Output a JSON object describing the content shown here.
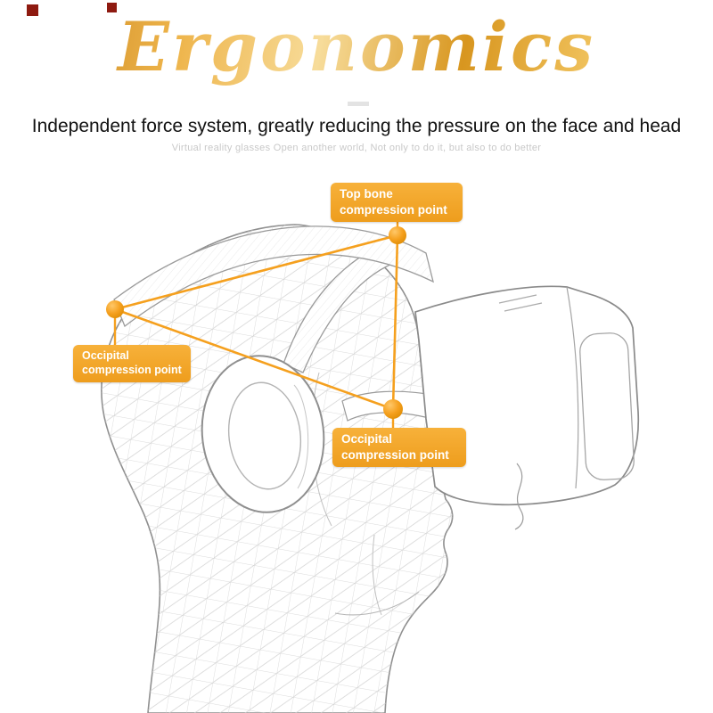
{
  "header": {
    "title": "Ergonomics",
    "subtitle": "Independent force system, greatly reducing the pressure on the face and head",
    "tagline": "Virtual reality glasses Open another world, Not only to do it, but also to do better"
  },
  "callouts": {
    "top_bone": {
      "line1": "Top bone",
      "line2": "compression point"
    },
    "occipital_left": {
      "line1": "Occipital",
      "line2": "compression point"
    },
    "occipital_mid": {
      "line1": "Occipital",
      "line2": "compression point"
    }
  },
  "illustration": {
    "description": "Wireframe mesh head in profile wearing VR glasses with strap, hinge knob and over-ear headphone; three orange compression points joined by a triangle of lines"
  },
  "colors": {
    "accent_orange": "#F5A01E",
    "callout_gradient_top": "#F7B13A",
    "callout_gradient_bottom": "#EE9D1D",
    "gold_dark": "#C9851F",
    "gold_light": "#F7DC9A",
    "decor_red": "#8E1A10",
    "wireframe_gray": "#CFCFCF"
  }
}
